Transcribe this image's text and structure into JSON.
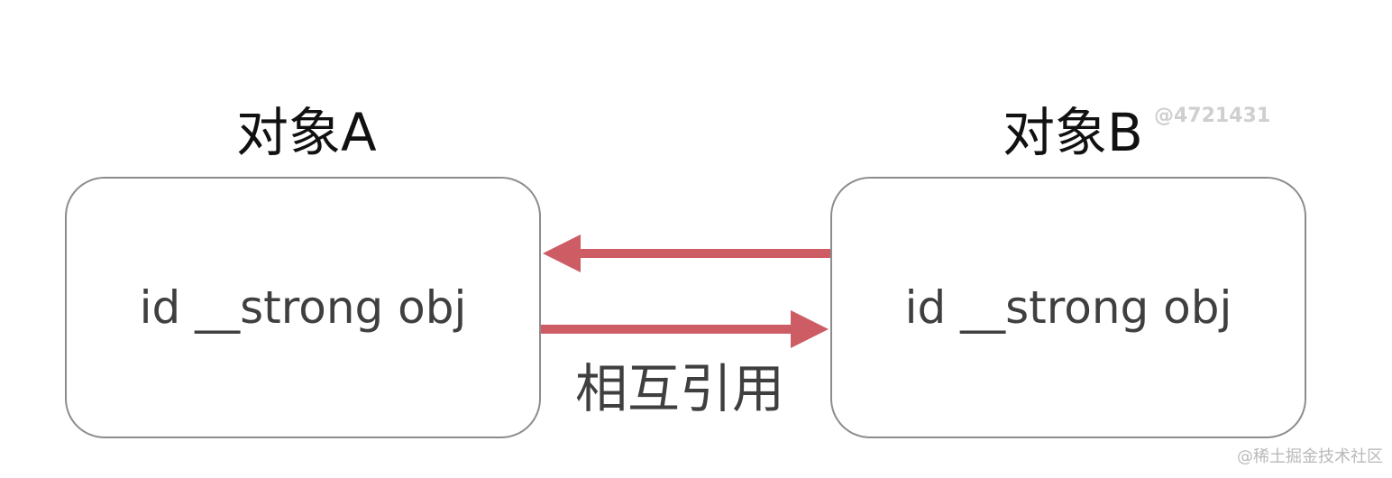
{
  "objects": {
    "a": {
      "title": "对象A",
      "field": "id __strong obj"
    },
    "b": {
      "title": "对象B",
      "field": "id __strong obj"
    }
  },
  "relation": {
    "label": "相互引用"
  },
  "watermarks": {
    "top": "@4721431",
    "bottom": "@稀土掘金技术社区"
  },
  "colors": {
    "arrow": "#cd5c64",
    "box_border": "#8c8c8c",
    "text": "#3f3f3f"
  }
}
